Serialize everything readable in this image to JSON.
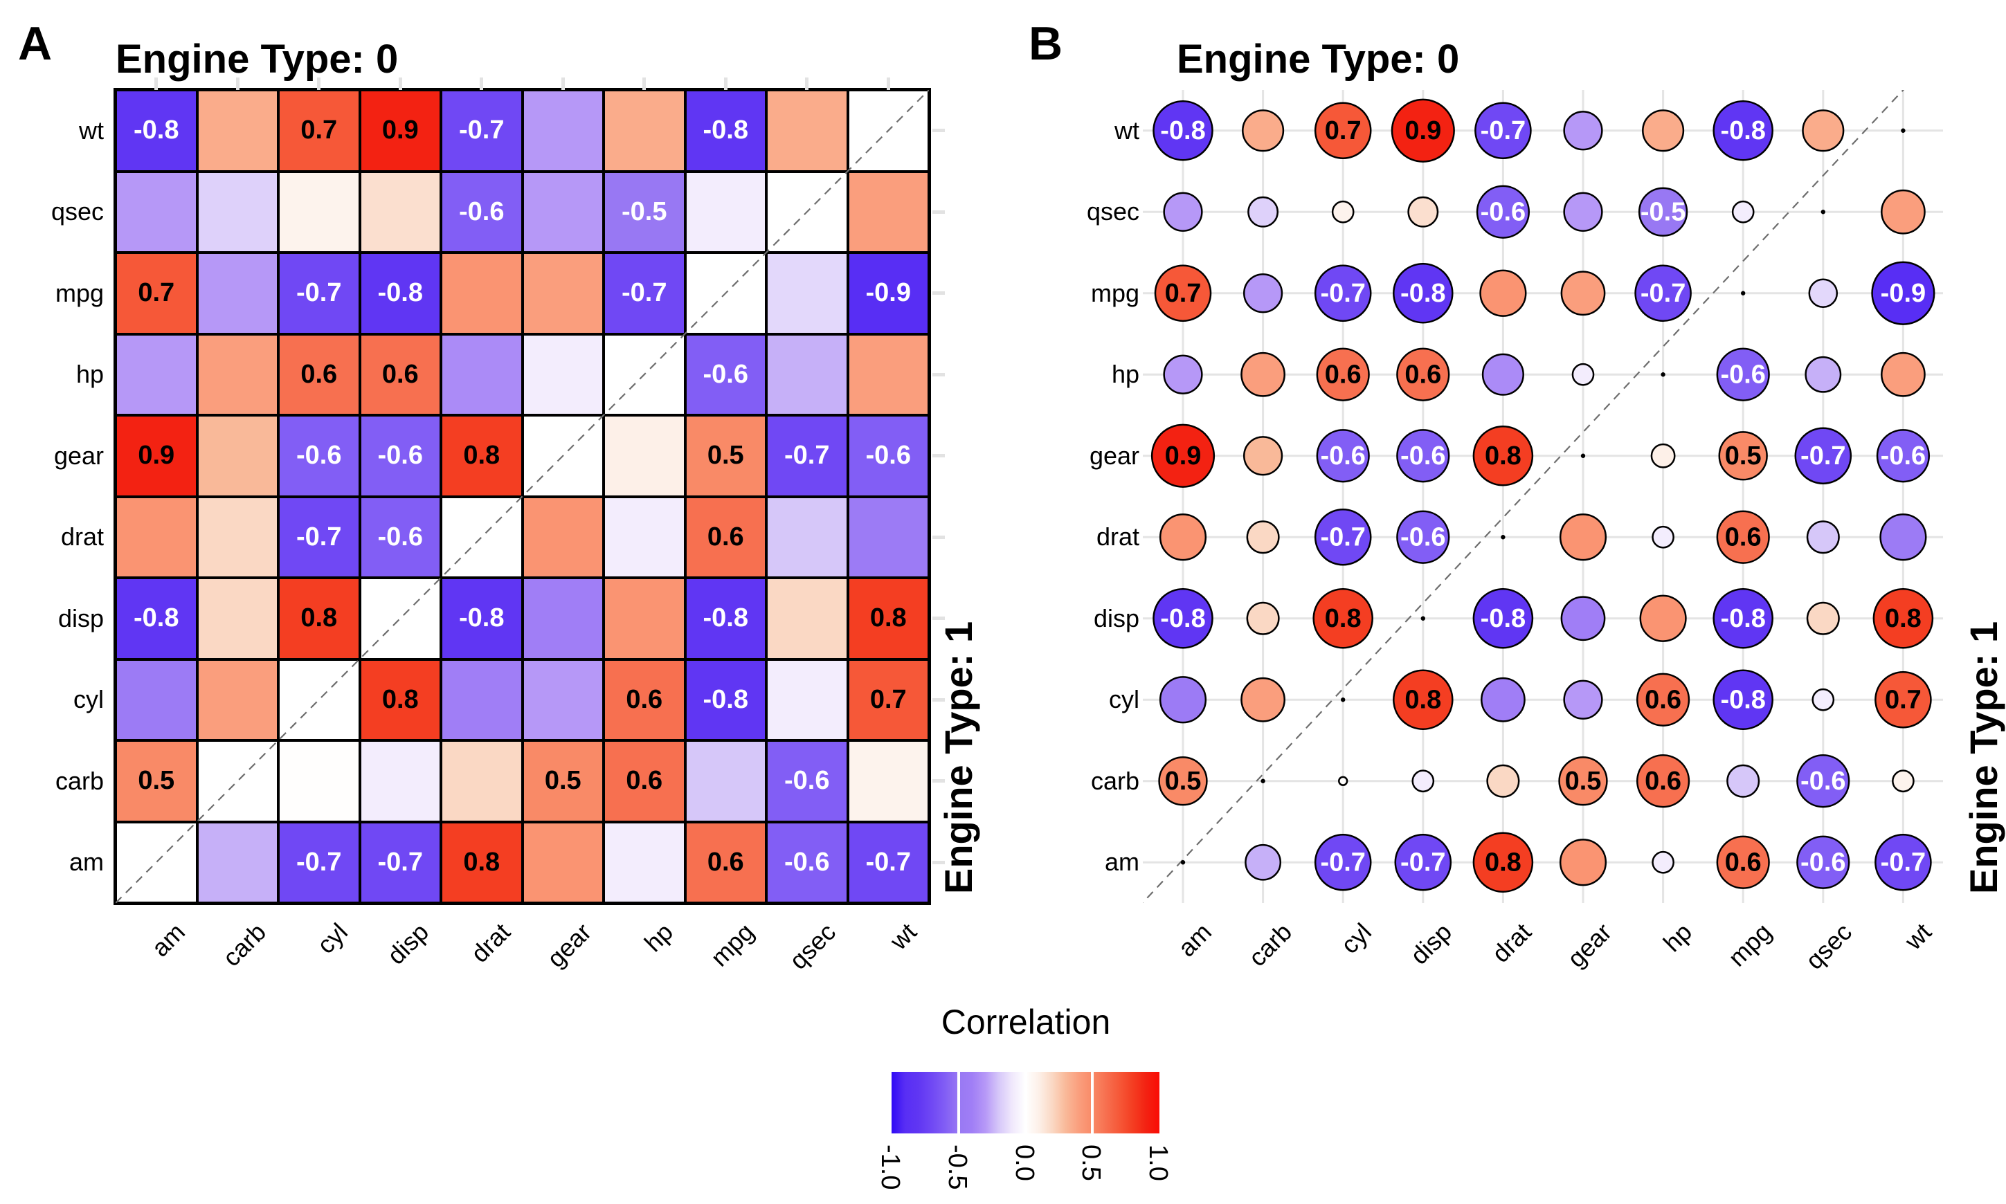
{
  "panels": {
    "a": {
      "letter": "A",
      "title": "Engine Type: 0",
      "right_label": "Engine Type: 1"
    },
    "b": {
      "letter": "B",
      "title": "Engine Type: 0",
      "right_label": "Engine Type: 1"
    }
  },
  "axes": {
    "x_categories": [
      "am",
      "carb",
      "cyl",
      "disp",
      "drat",
      "gear",
      "hp",
      "mpg",
      "qsec",
      "wt"
    ],
    "y_categories_top_to_bottom": [
      "wt",
      "qsec",
      "mpg",
      "hp",
      "gear",
      "drat",
      "disp",
      "cyl",
      "carb",
      "am"
    ]
  },
  "legend": {
    "title": "Correlation",
    "tick_labels": [
      "-1.0",
      "-0.5",
      "0.0",
      "0.5",
      "1.0"
    ],
    "range": [
      -1,
      1
    ]
  },
  "palette": {
    "negative_stops": [
      "#ffffff",
      "#f0e8fc",
      "#d6c7f9",
      "#b698f7",
      "#a07ef6",
      "#9878f3",
      "#825ef5",
      "#7048f4",
      "#6036f3",
      "#582ef4",
      "#2f0af5"
    ],
    "positive_stops": [
      "#ffffff",
      "#fdf0e8",
      "#fad8c4",
      "#f9b999",
      "#fa9e7d",
      "#f98a67",
      "#f77050",
      "#f65838",
      "#f43e22",
      "#f32212",
      "#fa0c05"
    ],
    "grid_color": "#e4e4e4",
    "axis_tick_color": "#e2e2e2",
    "diagonal_dash_color": "#6e6e6e",
    "cell_border_color": "#000000",
    "negative_label_text": "#ffffff",
    "positive_label_text": "#000000"
  },
  "chart_data": [
    {
      "type": "heatmap",
      "panel": "A",
      "title": "Engine Type: 0",
      "right_label": "Engine Type: 1",
      "note": "upper-left triangle = Engine Type 0, lower-right triangle = Engine Type 1, diagonal blank with dashed line",
      "x_categories": [
        "am",
        "carb",
        "cyl",
        "disp",
        "drat",
        "gear",
        "hp",
        "mpg",
        "qsec",
        "wt"
      ],
      "y_categories_top_to_bottom": [
        "wt",
        "qsec",
        "mpg",
        "hp",
        "gear",
        "drat",
        "disp",
        "cyl",
        "carb",
        "am"
      ],
      "label_threshold": 0.5,
      "matrix": [
        [
          -0.8,
          0.35,
          0.7,
          0.9,
          -0.7,
          -0.3,
          0.35,
          -0.8,
          0.35,
          null
        ],
        [
          -0.3,
          -0.17,
          0.08,
          0.17,
          -0.6,
          -0.3,
          -0.5,
          -0.08,
          null,
          0.4
        ],
        [
          0.7,
          -0.3,
          -0.7,
          -0.8,
          0.45,
          0.4,
          -0.7,
          null,
          -0.15,
          -0.9
        ],
        [
          -0.3,
          0.4,
          0.6,
          0.6,
          -0.35,
          -0.08,
          null,
          -0.6,
          -0.25,
          0.4
        ],
        [
          0.9,
          0.3,
          -0.6,
          -0.6,
          0.8,
          null,
          0.1,
          0.5,
          -0.7,
          -0.6
        ],
        [
          0.45,
          0.2,
          -0.7,
          -0.6,
          null,
          0.45,
          -0.08,
          0.6,
          -0.2,
          -0.45
        ],
        [
          -0.8,
          0.2,
          0.8,
          null,
          -0.8,
          -0.4,
          0.45,
          -0.8,
          0.2,
          0.8
        ],
        [
          -0.45,
          0.4,
          null,
          0.8,
          -0.4,
          -0.3,
          0.6,
          -0.8,
          -0.08,
          0.7
        ],
        [
          0.5,
          null,
          0.01,
          -0.08,
          0.2,
          0.5,
          0.6,
          -0.2,
          -0.6,
          0.08
        ],
        [
          null,
          -0.25,
          -0.7,
          -0.7,
          0.8,
          0.45,
          -0.08,
          0.6,
          -0.6,
          -0.7
        ]
      ]
    },
    {
      "type": "scatter",
      "panel": "B",
      "style": "bubble-matrix",
      "title": "Engine Type: 0",
      "right_label": "Engine Type: 1",
      "size_encodes": "abs(correlation)",
      "note": "same correlations as panel A drawn as circles; area scales with |r|",
      "x_categories": [
        "am",
        "carb",
        "cyl",
        "disp",
        "drat",
        "gear",
        "hp",
        "mpg",
        "qsec",
        "wt"
      ],
      "y_categories_top_to_bottom": [
        "wt",
        "qsec",
        "mpg",
        "hp",
        "gear",
        "drat",
        "disp",
        "cyl",
        "carb",
        "am"
      ],
      "label_threshold": 0.5,
      "matrix": [
        [
          -0.8,
          0.35,
          0.7,
          0.9,
          -0.7,
          -0.3,
          0.35,
          -0.8,
          0.35,
          null
        ],
        [
          -0.3,
          -0.17,
          0.08,
          0.17,
          -0.6,
          -0.3,
          -0.5,
          -0.08,
          null,
          0.4
        ],
        [
          0.7,
          -0.3,
          -0.7,
          -0.8,
          0.45,
          0.4,
          -0.7,
          null,
          -0.15,
          -0.9
        ],
        [
          -0.3,
          0.4,
          0.6,
          0.6,
          -0.35,
          -0.08,
          null,
          -0.6,
          -0.25,
          0.4
        ],
        [
          0.9,
          0.3,
          -0.6,
          -0.6,
          0.8,
          null,
          0.1,
          0.5,
          -0.7,
          -0.6
        ],
        [
          0.45,
          0.2,
          -0.7,
          -0.6,
          null,
          0.45,
          -0.08,
          0.6,
          -0.2,
          -0.45
        ],
        [
          -0.8,
          0.2,
          0.8,
          null,
          -0.8,
          -0.4,
          0.45,
          -0.8,
          0.2,
          0.8
        ],
        [
          -0.45,
          0.4,
          null,
          0.8,
          -0.4,
          -0.3,
          0.6,
          -0.8,
          -0.08,
          0.7
        ],
        [
          0.5,
          null,
          0.01,
          -0.08,
          0.2,
          0.5,
          0.6,
          -0.2,
          -0.6,
          0.08
        ],
        [
          null,
          -0.25,
          -0.7,
          -0.7,
          0.8,
          0.45,
          -0.08,
          0.6,
          -0.6,
          -0.7
        ]
      ]
    }
  ]
}
